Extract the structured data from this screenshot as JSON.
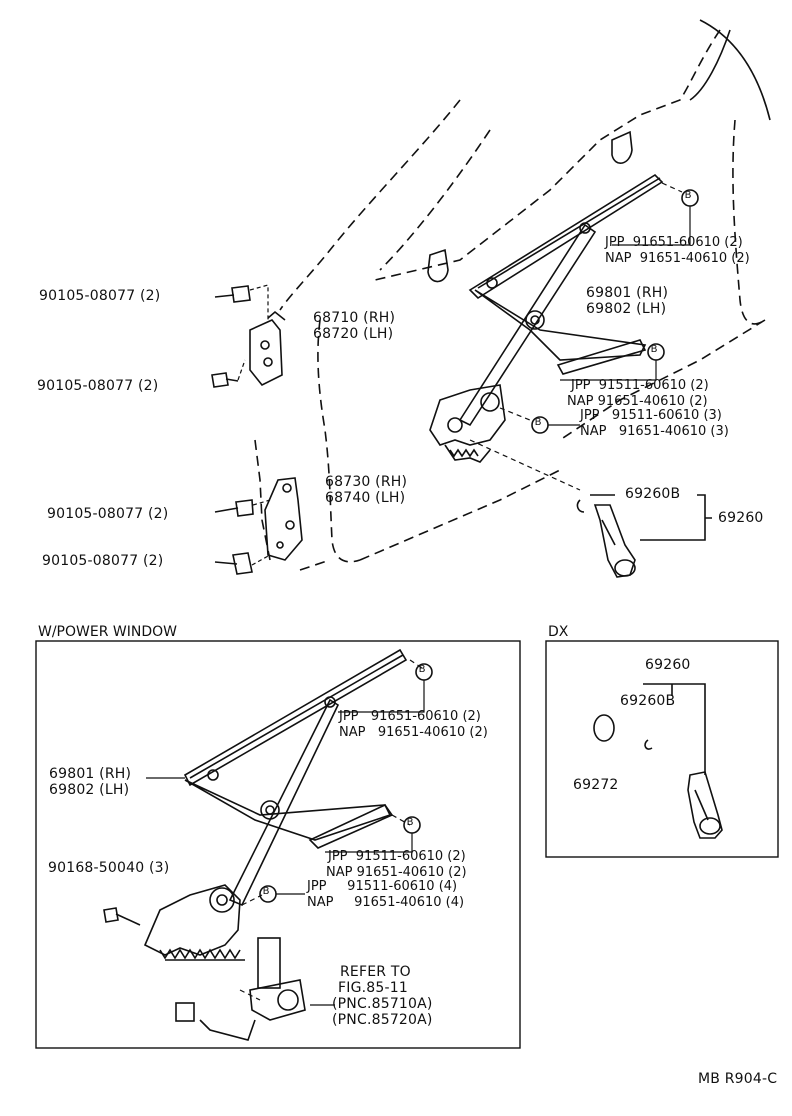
{
  "sections": {
    "power_window": "W/POWER WINDOW",
    "dx": "DX"
  },
  "callout_mark": "B",
  "labels": {
    "bolt_1": "90105-08077 (2)",
    "bolt_2": "90105-08077 (2)",
    "bolt_3": "90105-08077 (2)",
    "bolt_4": "90105-08077 (2)",
    "hinge_upper_rh": "68710 (RH)",
    "hinge_upper_lh": "68720 (LH)",
    "hinge_lower_rh": "68730 (RH)",
    "hinge_lower_lh": "68740 (LH)",
    "regulator_rh": "69801 (RH)",
    "regulator_lh": "69802 (LH)",
    "rivet_a_jpp": "JPP  91651-60610 (2)",
    "rivet_a_nap": "NAP  91651-40610 (2)",
    "rivet_b_jpp": "JPP  91511-60610 (2)",
    "rivet_b_nap": "NAP 91651-40610 (2)",
    "rivet_c_jpp": "JPP   91511-60610 (3)",
    "rivet_c_nap": "NAP   91651-40610 (3)",
    "handle_clip": "69260B",
    "handle": "69260",
    "pw_regulator_rh": "69801 (RH)",
    "pw_regulator_lh": "69802 (LH)",
    "pw_rivet_a_jpp": "JPP   91651-60610 (2)",
    "pw_rivet_a_nap": "NAP   91651-40610 (2)",
    "pw_rivet_b_jpp": "JPP  91511-60610 (2)",
    "pw_rivet_b_nap": "NAP 91651-40610 (2)",
    "pw_rivet_c_jpp": "JPP     91511-60610 (4)",
    "pw_rivet_c_nap": "NAP     91651-40610 (4)",
    "pw_screw": "90168-50040 (3)",
    "refer_1": "REFER TO",
    "refer_2": "FIG.85-11",
    "refer_3": "(PNC.85710A)",
    "refer_4": "(PNC.85720A)",
    "dx_handle": "69260",
    "dx_clip": "69260B",
    "dx_plate": "69272",
    "figure_code": "MB R904-C"
  }
}
